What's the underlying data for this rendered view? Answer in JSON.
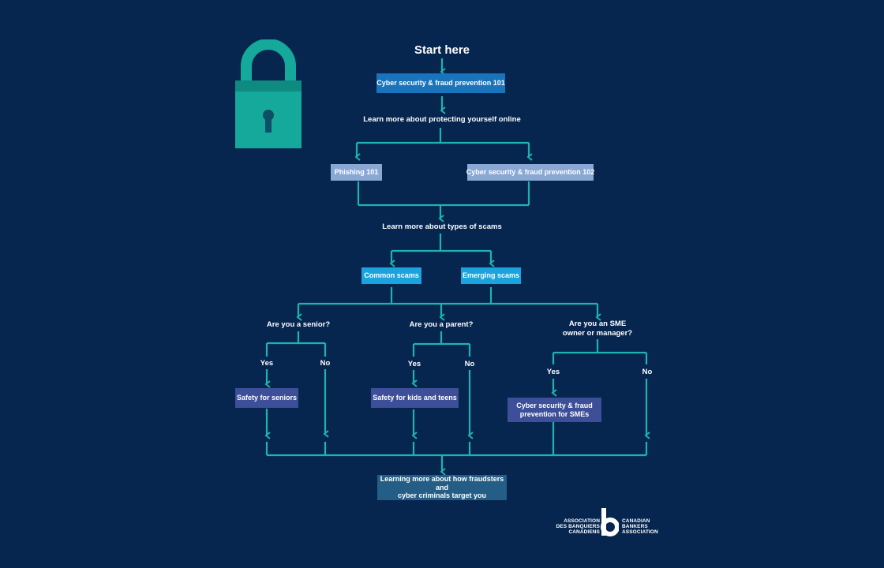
{
  "start_label": "Start here",
  "box_101": "Cyber security & fraud prevention 101",
  "learn_online": "Learn more about protecting yourself online",
  "box_phishing": "Phishing 101",
  "box_102": "Cyber security & fraud prevention 102",
  "learn_scams": "Learn more about types of scams",
  "box_common": "Common scams",
  "box_emerging": "Emerging scams",
  "q_senior": "Are you a senior?",
  "q_parent": "Are you a parent?",
  "q_sme_line1": "Are you an SME",
  "q_sme_line2": "owner or manager?",
  "yes": "Yes",
  "no": "No",
  "box_seniors": "Safety for seniors",
  "box_kids": "Safety for kids and teens",
  "box_sme_line1": "Cyber security & fraud",
  "box_sme_line2": "prevention for SMEs",
  "box_final_line1": "Learning more about how fraudsters and",
  "box_final_line2": "cyber criminals target you",
  "logo": {
    "fr_line1": "ASSOCIATION",
    "fr_line2": "DES BANQUIERS",
    "fr_line3": "CANADIENS",
    "en_line1": "CANADIAN",
    "en_line2": "BANKERS",
    "en_line3": "ASSOCIATION",
    "mark": "b"
  },
  "colors": {
    "background": "#062650",
    "connector": "#1fb3ad",
    "lock": "#15a99c",
    "lock_band": "#0e8a80"
  },
  "icons": {
    "lock": "padlock-icon"
  }
}
